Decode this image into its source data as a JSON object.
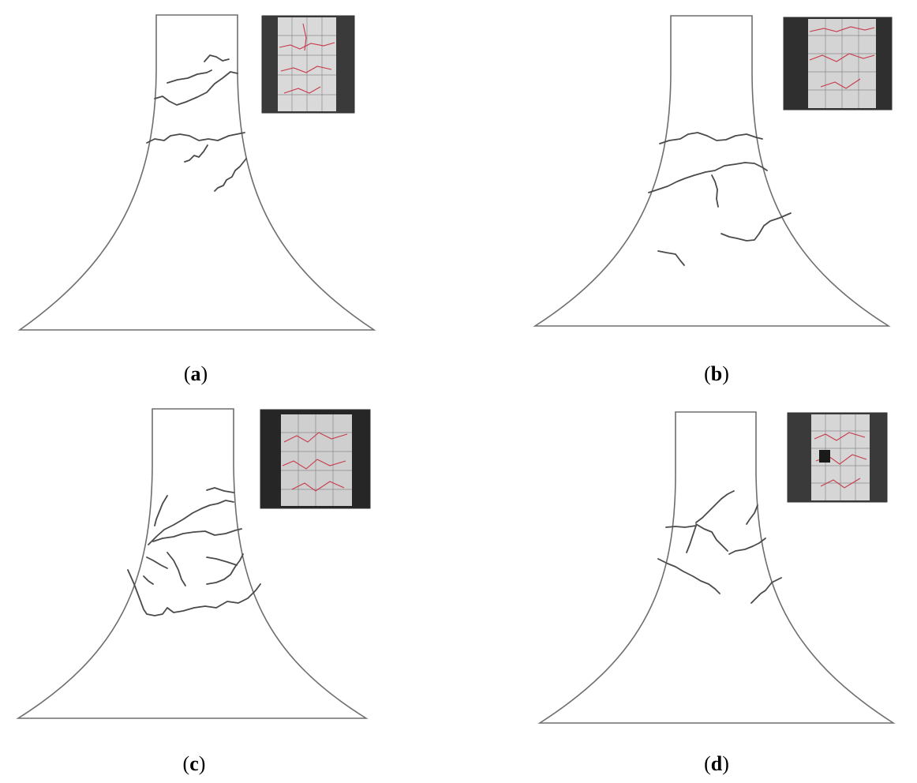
{
  "panels": [
    {
      "id": "a",
      "caption_open": "(",
      "caption_letter": "a",
      "caption_close": ")",
      "photo_tone": "#d9d9d9",
      "photo_frame": "#3a3a3a"
    },
    {
      "id": "b",
      "caption_open": "(",
      "caption_letter": "b",
      "caption_close": ")",
      "photo_tone": "#d4d4d4",
      "photo_frame": "#2f2f2f"
    },
    {
      "id": "c",
      "caption_open": "(",
      "caption_letter": "c",
      "caption_close": ")",
      "photo_tone": "#cfcfcf",
      "photo_frame": "#262626"
    },
    {
      "id": "d",
      "caption_open": "(",
      "caption_letter": "d",
      "caption_close": ")",
      "photo_tone": "#d6d6d6",
      "photo_frame": "#3a3a3a"
    }
  ],
  "colors": {
    "outline": "#6e6e6e",
    "crack": "#4a4a4a",
    "crack_mark": "#c8394a"
  }
}
